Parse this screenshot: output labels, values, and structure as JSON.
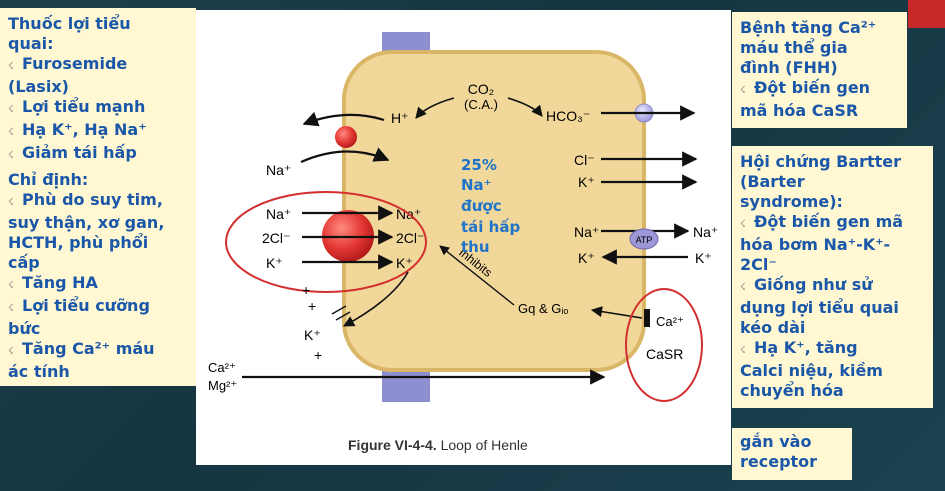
{
  "left_panel": {
    "lines": [
      {
        "text": "Thuốc lợi tiểu",
        "bullet": false
      },
      {
        "text": "quai:",
        "bullet": false
      },
      {
        "text": "Furosemide",
        "bullet": true
      },
      {
        "text": "(Lasix)",
        "bullet": false
      },
      {
        "text": "Lợi tiểu mạnh",
        "bullet": true
      },
      {
        "text": "Hạ K⁺, Hạ Na⁺",
        "bullet": true
      },
      {
        "text": "Giảm tái hấp",
        "bullet": true
      },
      {
        "text": "Chỉ định:",
        "bullet": false
      },
      {
        "text": "Phù do suy tim,",
        "bullet": true
      },
      {
        "text": "suy thận, xơ gan,",
        "bullet": false
      },
      {
        "text": "HCTH, phù phổi",
        "bullet": false
      },
      {
        "text": "cấp",
        "bullet": false
      },
      {
        "text": "Tăng HA",
        "bullet": true
      },
      {
        "text": "Lợi tiểu cưỡng",
        "bullet": true
      },
      {
        "text": "bức",
        "bullet": false
      },
      {
        "text": "Tăng Ca²⁺ máu",
        "bullet": true
      },
      {
        "text": "ác tính",
        "bullet": false
      }
    ]
  },
  "right_top_panel": {
    "lines": [
      {
        "text": "Bệnh tăng Ca²⁺",
        "bullet": false
      },
      {
        "text": "máu thể gia",
        "bullet": false
      },
      {
        "text": "đình (FHH)",
        "bullet": false
      },
      {
        "text": "Đột biến gen",
        "bullet": true
      },
      {
        "text": "mã hóa CaSR",
        "bullet": false
      }
    ]
  },
  "right_bottom_panel": {
    "lines": [
      {
        "text": "Hội chứng Bartter",
        "bullet": false
      },
      {
        "text": "(Barter",
        "bullet": false
      },
      {
        "text": "syndrome):",
        "bullet": false
      },
      {
        "text": "Đột biến gen mã",
        "bullet": true
      },
      {
        "text": "hóa bơm Na⁺-K⁺-",
        "bullet": false
      },
      {
        "text": "2Cl⁻",
        "bullet": false
      },
      {
        "text": "Giống như sử",
        "bullet": true
      },
      {
        "text": "dụng lợi tiểu quai",
        "bullet": false
      },
      {
        "text": "kéo dài",
        "bullet": false
      },
      {
        "text": "Hạ K⁺, tăng",
        "bullet": true
      },
      {
        "text": "Calci niệu, kiềm",
        "bullet": false
      },
      {
        "text": "chuyển hóa",
        "bullet": false
      }
    ]
  },
  "right_overflow_panel": {
    "lines": [
      {
        "text": "gắn vào",
        "bullet": false
      },
      {
        "text": "receptor",
        "bullet": false
      }
    ]
  },
  "figure": {
    "overlay_text": [
      "25%",
      "Na⁺",
      "được",
      "tái hấp",
      "thu"
    ],
    "co2": "CO₂",
    "ca": "(C.A.)",
    "h_plus": "H⁺",
    "hco3": "HCO₃⁻",
    "na_top": "Na⁺",
    "cl_right": "Cl⁻",
    "k_right": "K⁺",
    "na_nkcc_in": "Na⁺",
    "na_nkcc_out": "Na⁺",
    "cl_in": "2Cl⁻",
    "cl_out": "2Cl⁻",
    "k_in": "K⁺",
    "k_out": "K⁺",
    "inhibits": "Inhibits",
    "atp": "ATP",
    "na_pump_out": "Na⁺",
    "na_pump_in": "Na⁺",
    "k_pump_out": "K⁺",
    "k_pump_in": "K⁺",
    "gq": "Gq & Gᵢₒ",
    "ca_receptor": "Ca²⁺",
    "casr": "CaSR",
    "k_bottom": "K⁺",
    "plus": "+",
    "ca_bottom": "Ca²⁺",
    "mg_bottom": "Mg²⁺",
    "caption_bold": "Figure VI-4-4.",
    "caption_rest": " Loop of Henle"
  },
  "colors": {
    "panel_bg": "#fff8d2",
    "panel_text": "#1b57a8",
    "cell_fill": "#f2d79a",
    "cell_border": "#d9b766",
    "red_circle": "#d32f2f",
    "overlay_text": "#1f74c9",
    "background": "#163a46"
  }
}
